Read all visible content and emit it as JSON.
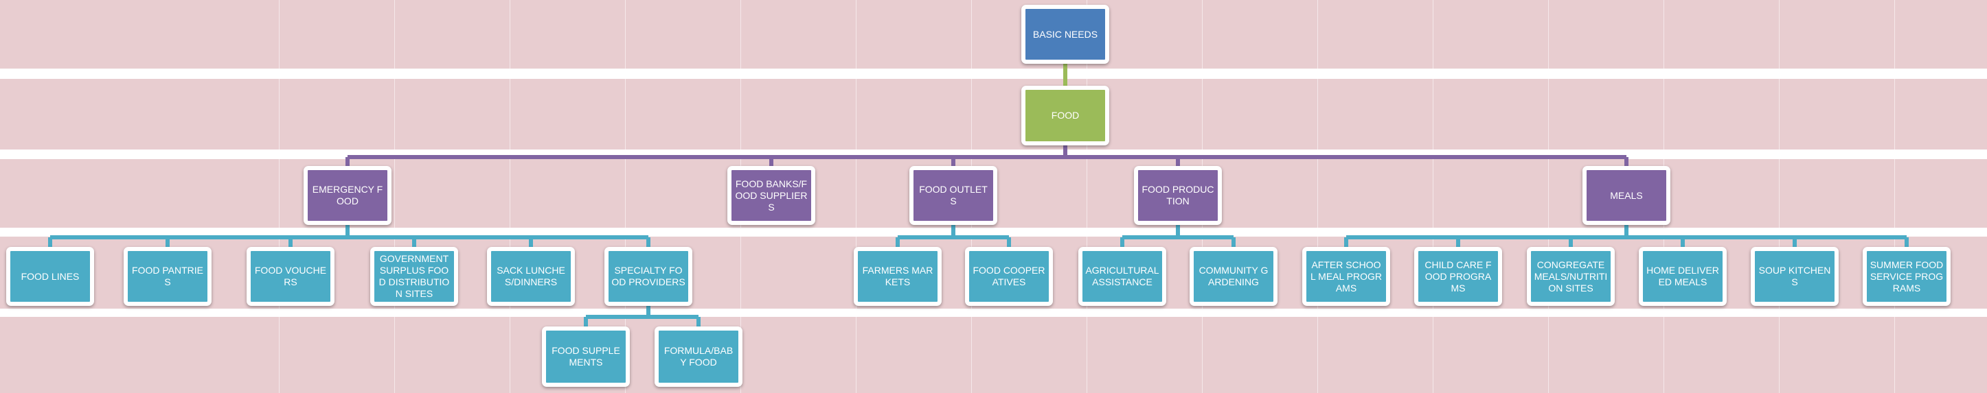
{
  "colors": {
    "band": "#e8cdd0",
    "root": "#4a7ebb",
    "food": "#9bbb59",
    "category": "#8064a2",
    "leaf": "#4bacc6",
    "connector_green": "#9bbb59",
    "connector_purple": "#8064a2",
    "connector_teal": "#4bacc6"
  },
  "nodes": {
    "basic_needs": "BASIC NEEDS",
    "food": "FOOD",
    "emergency_food": "EMERGENCY FOOD",
    "food_banks": "FOOD BANKS/FOOD SUPPLIERS",
    "food_outlets": "FOOD OUTLETS",
    "food_production": "FOOD PRODUCTION",
    "meals": "MEALS",
    "food_lines": "FOOD LINES",
    "food_pantries": "FOOD PANTRIES",
    "food_vouchers": "FOOD VOUCHERS",
    "government_surplus": "GOVERNMENT SURPLUS FOOD DISTRIBUTION SITES",
    "sack_lunches": "SACK LUNCHES/DINNERS",
    "specialty_food": "SPECIALTY FOOD PROVIDERS",
    "food_supplements": "FOOD SUPPLEMENTS",
    "formula_baby_food": "FORMULA/BABY FOOD",
    "farmers_markets": "FARMERS MARKETS",
    "food_cooperatives": "FOOD COOPERATIVES",
    "agricultural_assistance": "AGRICULTURAL ASSISTANCE",
    "community_gardening": "COMMUNITY GARDENING",
    "after_school_meal": "AFTER SCHOOL MEAL PROGRAMS",
    "child_care_food": "CHILD CARE FOOD PROGRAMS",
    "congregate_meals": "CONGREGATE MEALS/NUTRITION SITES",
    "home_delivered_meals": "HOME DELIVERED MEALS",
    "soup_kitchens": "SOUP KITCHENS",
    "summer_food_service": "SUMMER FOOD SERVICE PROGRAMS"
  }
}
